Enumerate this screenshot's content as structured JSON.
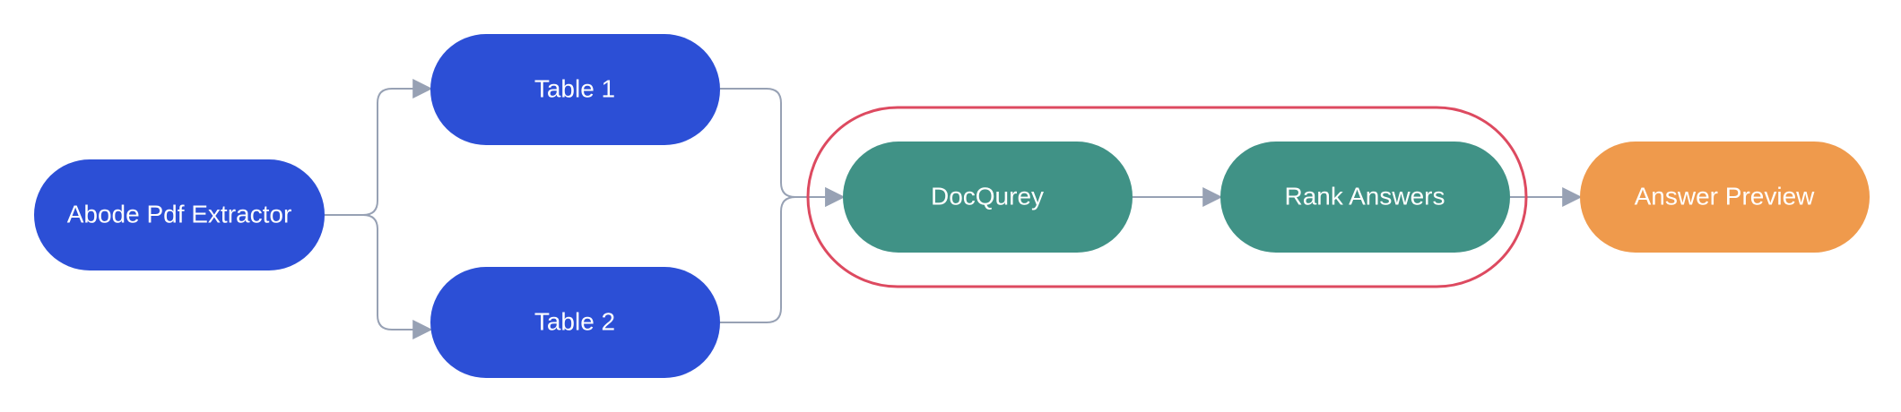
{
  "nodes": {
    "extractor": {
      "label": "Abode Pdf Extractor",
      "color": "#2c4fd6"
    },
    "table1": {
      "label": "Table 1",
      "color": "#2c4fd6"
    },
    "table2": {
      "label": "Table 2",
      "color": "#2c4fd6"
    },
    "docqurey": {
      "label": "DocQurey",
      "color": "#409286"
    },
    "rank": {
      "label": "Rank Answers",
      "color": "#409286"
    },
    "preview": {
      "label": "Answer Preview",
      "color": "#ef9a4c"
    }
  },
  "colors": {
    "connector": "#97a1b4",
    "group_outline": "#dd4a60",
    "text": "#ffffff"
  }
}
